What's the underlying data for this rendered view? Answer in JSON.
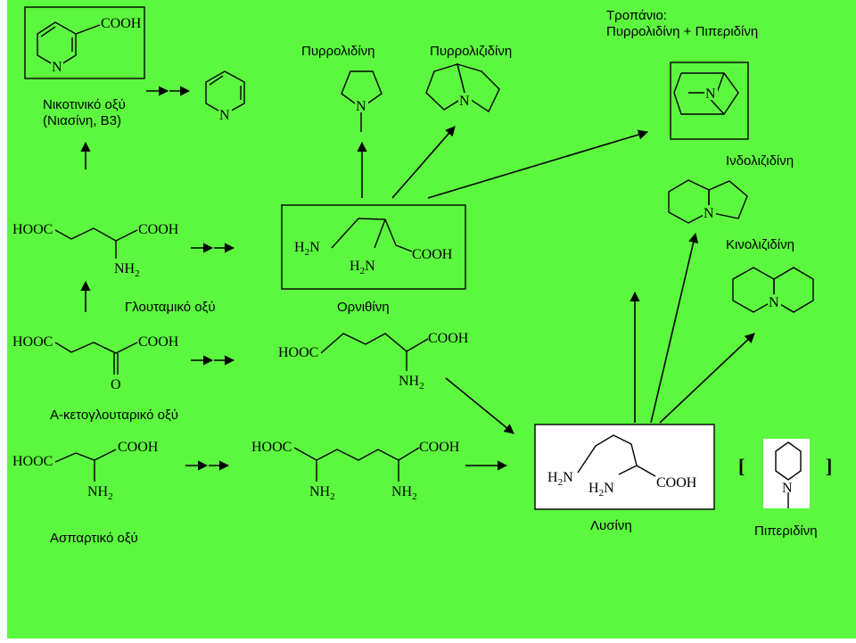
{
  "background": "#5cf73f",
  "labels": {
    "pyrrolidine": "Πυρρολιδίνη",
    "pyrrolizidine": "Πυρρολιζιδίνη",
    "tropane_title": "Τροπάνιο:",
    "tropane_sub": "Πυρρολιδίνη + Πιπεριδίνη",
    "nicotinic_1": "Νικοτινικό οξύ",
    "nicotinic_2": "(Νιασίνη, Β3)",
    "indolizidine": "Ινδολιζιδίνη",
    "quinolizidine": "Κινολιζιδίνη",
    "glutamic": "Γλουταμικό οξύ",
    "ornithine": "Ορνιθίνη",
    "ketoglutaric": "Α-κετογλουταρικό οξύ",
    "aspartic": "Ασπαρτικό οξύ",
    "lysine": "Λυσίνη",
    "piperidine": "Πιπεριδίνη"
  },
  "chem": {
    "cooh": "COOH",
    "hooc": "HOOC",
    "n": "N",
    "o": "O",
    "h": "H",
    "nh": "NH",
    "two": "2",
    "bracket_open": "[",
    "bracket_close": "]"
  }
}
